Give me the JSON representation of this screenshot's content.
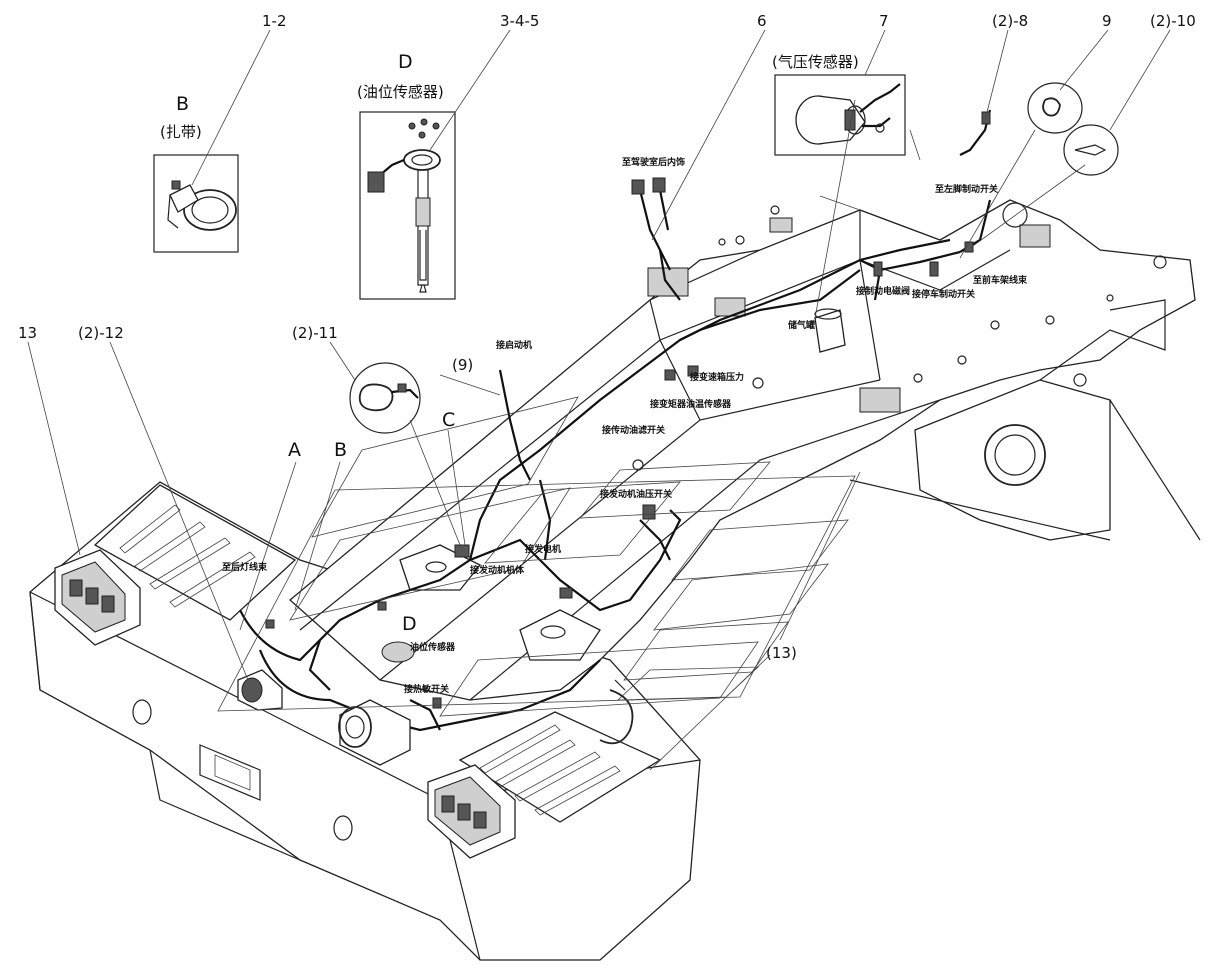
{
  "parts": {
    "p1_2": "1-2",
    "p3_4_5": "3-4-5",
    "p6": "6",
    "p7": "7",
    "p2_8": "(2)-8",
    "p9": "9",
    "p2_10": "(2)-10",
    "p13": "13",
    "p2_12": "(2)-12",
    "p2_11": "(2)-11",
    "p_9": "(9)",
    "p_13": "(13)"
  },
  "details": {
    "b_letter": "B",
    "b_title": "(扎带)",
    "d_letter": "D",
    "d_title": "(油位传感器)",
    "air_title": "(气压传感器)",
    "a_marker": "A",
    "b_marker": "B",
    "c_marker": "C",
    "d_marker": "D"
  },
  "callouts": {
    "to_cab_trim": "至驾驶室后内饰",
    "to_left_brake": "至左脚制动开关",
    "to_front_harness": "至前车架线束",
    "brake_valve": "接制动电磁阀",
    "parking_brake": "接停车制动开关",
    "air_tank": "储气罐",
    "starter": "接启动机",
    "trans_pressure": "接变速箱压力",
    "converter_temp": "接变矩器油温传感器",
    "trans_filter": "接传动油滤开关",
    "engine_oil": "接发动机油压开关",
    "alternator": "接发电机",
    "engine_block": "接发动机机体",
    "to_rear_lamp": "至后灯线束",
    "oil_level": "油位传感器",
    "thermo_switch": "接热敏开关"
  }
}
